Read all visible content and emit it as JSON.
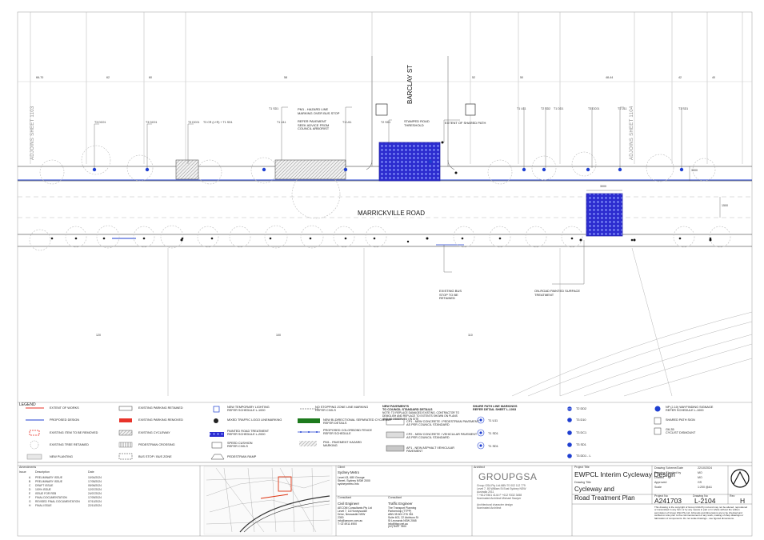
{
  "plan": {
    "road_name": "MARRICKVILLE ROAD",
    "street_name": "BARCLAY ST",
    "adjoin_left": "ADJOINS SHEET 1103",
    "adjoin_right": "ADJOINS SHEET 1104",
    "property_numbers_top": [
      "66-70",
      "62",
      "60",
      "58",
      "52",
      "50",
      "48-44",
      "42",
      "40"
    ],
    "property_numbers_bottom": [
      "120",
      "100",
      "110"
    ],
    "callouts": {
      "hazard": "PM1 - HAZARD LINE\nMARKING OVER BUS STOP",
      "refer_arborist": "REFER PAVEMENT\nSEEK ADVICE FROM\nCOUNCIL ARBORIST",
      "stamped": "STAMPED ROAD\nTHRESHOLD",
      "extent_shared": "EXTENT OF SHARED PATH",
      "bus_stop": "EXISTING BUS\nSTOP TO BE\nRETAINED",
      "painted_surface": "ON-ROAD PAINTED SURFACE\nTREATMENT"
    },
    "sign_codes": [
      "T3 DC01",
      "T3 DC01",
      "T3 DC01",
      "T3 CR (L+R) + T1 SD1",
      "T1 U11",
      "T1 SD1",
      "T1 U11",
      "T2 SD1",
      "T1 U11",
      "T2 SD2",
      "T1 DD1",
      "T3 DC01",
      "T1 U11",
      "T1 SD1"
    ],
    "dim_1": "3000",
    "dim_2": "3000",
    "dim_3": "1500"
  },
  "legend": {
    "title": "LEGEND",
    "col1": [
      "EXTENT OF WORKS",
      "PROPOSED DESIGN",
      "EXISTING ITEM TO BE REMOVED",
      "EXISTING TREE RETAINED",
      "NEW PLANTING"
    ],
    "col2": [
      "EXISTING PARKING RETAINED",
      "EXISTING PARKING REMOVED",
      "EXISTING CYCLEWAY",
      "PEDESTRIAN CROSSING",
      "BUS STOP / BUS ZONE"
    ],
    "col3": [
      "NEW TEMPORARY LIGHTING\nREFER SCHEDULE L-1000",
      "MIXED TRAFFIC LOGO LINEMARKING",
      "PAINTED ROAD TREATMENT\nREFER SCHEDULE L-2000",
      "SPEED CUSHION\nREFER CIVILS",
      "PEDESTRIAN RAMP"
    ],
    "col4": [
      "NO STOPPING ZONE LINE MARKING\nREFER CIVILS",
      "NEW BI-DIRECTIONAL SEPARATED CYCLEWAY\nREFER DETAILS",
      "PROPOSED COLORBOND FENCE\nREFER SCHEDULE",
      "PM1 - PAVEMENT HAZARD\nMARKING"
    ],
    "col5_title": "NEW PAVEMENTS\nTO COUNCIL STANDARD DETAILS",
    "col5_note": "NOTE: TO REPLACE DAMAGED EXISTING. CONTRACTOR TO\nDEMOLISH AND REPLACE TO EXTENTS SHOWN ON PLANS\nAND AS OBSERVED ON SITE",
    "col5": [
      "CP1 - NEW CONCRETE / PEDESTRIAN PAVEMENT\nAS PER COUNCIL STANDARD",
      "CP2 - NEW CONCRETE / VEHICULAR PAVEMENT\nAS PER COUNCIL STANDARD",
      "AP1 - NEW ASPHALT VEHICULAR\nPAVEMENT"
    ],
    "col6_title": "SHARE PATH LINE MARKINGS\nREFER DETAIL SHEET L-1003",
    "col6": [
      "T1 U11",
      "T1 SD1",
      "T1 SD1"
    ],
    "col7": [
      "T2 DD2",
      "T3 D10",
      "T3 DC1",
      "T3 SD1",
      "T3 DD1 - L"
    ],
    "col8": [
      "NP (J-10) WAYFINDING SIGNAGE\nREFER SCHEDULE L-1000",
      "SHARED PATH SIGN",
      "G6-35\nCYCLIST DISMOUNT"
    ]
  },
  "amendments": {
    "title": "Amendments",
    "headers": [
      "Issue",
      "Description",
      "Date"
    ],
    "rows": [
      [
        "A",
        "PRELIMINARY ISSUE",
        "10/04/2024"
      ],
      [
        "B",
        "PRELIMINARY ISSUE",
        "17/05/2024"
      ],
      [
        "C",
        "DRAFT ISSUE",
        "05/06/2024"
      ],
      [
        "D",
        "100% ISSUE",
        "12/07/2024"
      ],
      [
        "E",
        "ISSUE FOR REB",
        "24/07/2024"
      ],
      [
        "F",
        "FINAL DOCUMENTATION",
        "17/09/2024"
      ],
      [
        "G",
        "REVISED FINAL DOCUMENTATION",
        "07/10/2024"
      ],
      [
        "H",
        "FINAL ISSUE",
        "22/10/2024"
      ]
    ]
  },
  "client": {
    "label": "Client",
    "name": "Sydney Metro",
    "address": "Level 43, 680 George\nStreet, Sydney NSW 2000\nsydneymetro.info"
  },
  "consultants": {
    "label1": "Consultant",
    "label2": "Consultant",
    "civil_title": "Civil Engineer",
    "civil_text": "AECOM Consultants Pty Ltd\nLevel 7, 16 Honeysuckle\nDrive, Newcastle NSW\n2300\ninfo@aecom.com.au\nT: 02 4911 4900",
    "traffic_title": "Traffic Engineer",
    "traffic_text": "The Transport Planning\nPartnership (TTPP)\nABN 35 601 276 351\nSuite 402, 22 Atchison St\nSt Leonards NSW 2065\ninfo@ttpp.net.au\n(02) 8437 7800"
  },
  "architect": {
    "label": "Architect",
    "logo": "GROUPGSA",
    "details": "Group GSA Pty Ltd  ABN 70 002 112 779\nLevel 7, 80 William St East Sydney NSW\nAustralia 2011\nT +612 9361 4144   F +612 9332 3458\nNominated Architect Michael Sawyer",
    "note": "Architectural character design\nNominated Architect"
  },
  "title_block": {
    "project_label": "Project Title",
    "project": "EWPCL Interim Cycleway Design",
    "drawing_title_label": "Drawing Title",
    "drawing_title_1": "Cycleway and",
    "drawing_title_2": "Road Treatment Plan",
    "meta": [
      [
        "Drawing Scheme/Date",
        "22/10/2024"
      ],
      [
        "Drawing Checked by",
        "MO"
      ],
      [
        "Drafted",
        "MO"
      ],
      [
        "Approved",
        "GS"
      ],
      [
        "Scale",
        "1:200 @A1"
      ]
    ],
    "project_no_label": "Project No",
    "project_no": "A241703",
    "drawing_no_label": "Drawing No",
    "drawing_no": "L-2104",
    "rev_label": "Rev",
    "rev": "H",
    "disclaimer": "This drawing is the copyright of Group GSA Pty Ltd and may not be altered, reproduced or transmitted in any form or by any means in part or in whole without the written permission of Group GSA Pty Ltd.\nAll levels and dimensions are to be checked and verified on site prior to the commencement of any work, making of shop drawings or fabrication of components. Do not scale drawings - use figured dimensions."
  },
  "colors": {
    "proposed": "#1f3fd1",
    "extent": "#e8332a",
    "painted": "#2a2ad8",
    "grid": "#9a9a9a"
  }
}
